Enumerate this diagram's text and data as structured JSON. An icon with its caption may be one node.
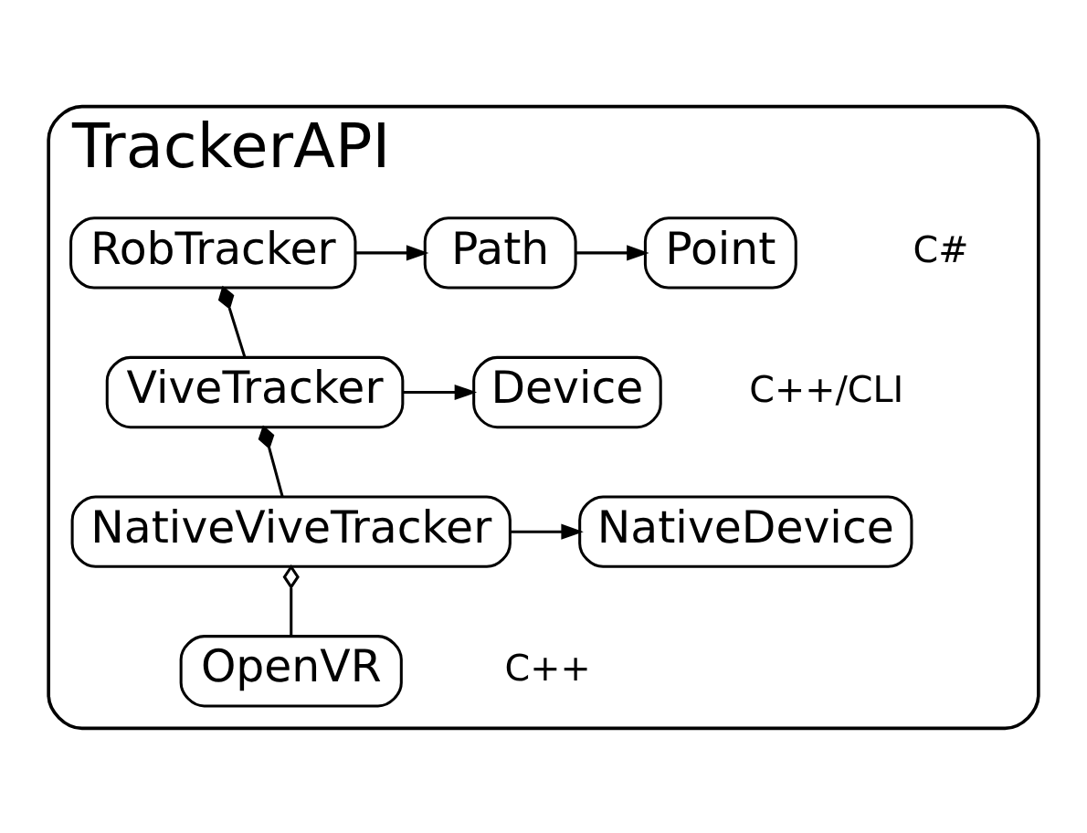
{
  "diagram": {
    "nodes": [
      {
        "text": [
          "TrackerAPI"
        ]
      },
      {
        "text": [
          "RobTracker"
        ],
        "in": 0
      },
      {
        "text": [
          "Path"
        ],
        "in": 0
      },
      {
        "text": [
          "Point"
        ],
        "in": 0
      },
      {
        "text": [
          "ViveTracker"
        ],
        "in": 0
      },
      {
        "text": [
          "Device"
        ],
        "in": 0
      },
      {
        "text": [
          "NativeViveTracker"
        ],
        "in": 0
      },
      {
        "text": [
          "NativeDevice"
        ],
        "in": 0
      },
      {
        "text": [
          "OpenVR"
        ],
        "in": 0
      }
    ],
    "edges": [
      {
        "from": 1,
        "to": 2,
        "arrow": "to"
      },
      {
        "from": 2,
        "to": 3,
        "arrow": "to"
      },
      {
        "from": 1,
        "to": 4,
        "arrow": "other"
      },
      {
        "from": 4,
        "to": 5,
        "arrow": "to"
      },
      {
        "from": 4,
        "to": 6,
        "arrow": "other"
      },
      {
        "from": 6,
        "to": 7,
        "arrow": "to"
      },
      {
        "from": 6,
        "to": 8,
        "arrow": "other"
      }
    ],
    "labels": [
      "C#",
      "C++/CLI",
      "C++"
    ]
  }
}
